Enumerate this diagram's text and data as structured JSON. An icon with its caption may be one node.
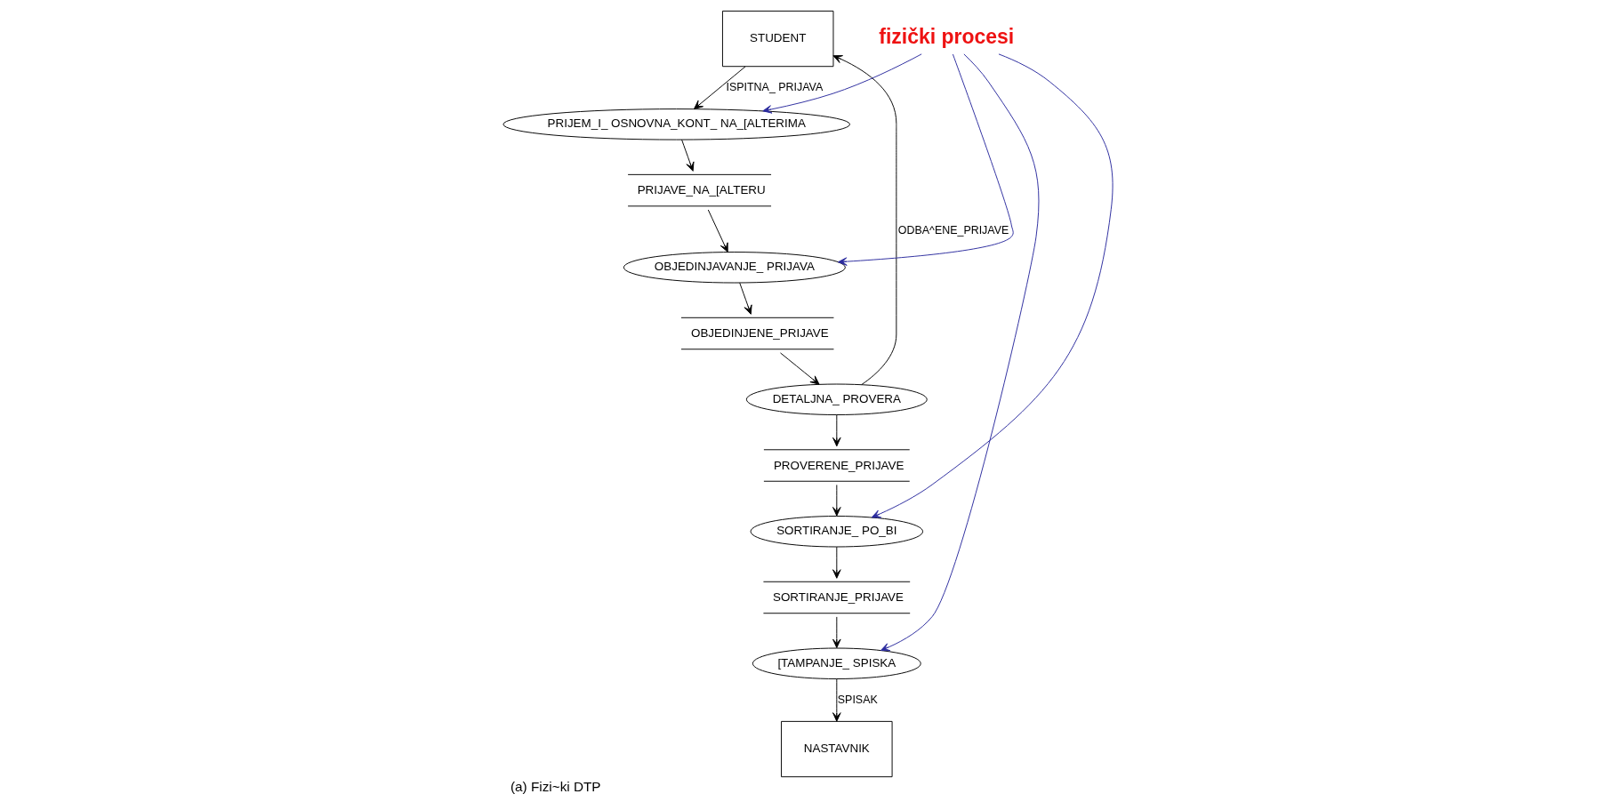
{
  "diagram": {
    "caption": "(a) Fizi~ki DTP",
    "nodes": [
      {
        "text": [
          "STUDENT"
        ]
      },
      {
        "text": [
          "PRIJEM_I_ OSNOVNA_KONT_ NA_[ALTERIMA"
        ]
      },
      {
        "text": [
          "OBJEDINJAVANJE_ PRIJAVA"
        ]
      },
      {
        "text": [
          "DETALJNA_ PROVERA"
        ]
      },
      {
        "text": [
          "PRIJAVE_NA_[ALTERU"
        ]
      },
      {
        "text": [
          "OBJEDINJENE_PRIJAVE"
        ]
      },
      {
        "text": [
          "NASTAVNIK"
        ]
      },
      {
        "text": [
          "[TAMPANJE_ SPISKA"
        ]
      },
      {
        "text": [
          "SORTIRANJE_PRIJAVE"
        ]
      },
      {
        "text": [
          "PROVERENE_PRIJAVE"
        ]
      },
      {
        "text": [
          "SORTIRANJE_ PO_BI"
        ]
      },
      {
        "text": [
          "fizički procesi"
        ]
      }
    ],
    "edges": [
      {
        "from": 3,
        "to": 0,
        "arrow": "to",
        "label": "ODBA^ENE_PRIJAVE"
      },
      {
        "from": 0,
        "to": 1,
        "arrow": "to",
        "label": "ISPITNA_ PRIJAVA"
      },
      {
        "from": 1,
        "to": 4,
        "arrow": "to"
      },
      {
        "from": 4,
        "to": 2,
        "arrow": "to"
      },
      {
        "from": 2,
        "to": 5,
        "arrow": "to"
      },
      {
        "from": 5,
        "to": 3,
        "arrow": "to"
      },
      {
        "from": 3,
        "to": 9,
        "arrow": "to"
      },
      {
        "from": 9,
        "to": 10,
        "arrow": "to"
      },
      {
        "from": 10,
        "to": 8,
        "arrow": "to"
      },
      {
        "from": 8,
        "to": 7,
        "arrow": "to"
      },
      {
        "from": 7,
        "to": 6,
        "arrow": "to",
        "label": "SPISAK"
      },
      {
        "from": 11,
        "to": 7,
        "arrow": "to",
        "color": "#2b2b9e"
      },
      {
        "from": 11,
        "to": 1,
        "arrow": "to",
        "color": "#2b2b9e"
      },
      {
        "from": 11,
        "to": 2,
        "arrow": "to",
        "color": "#2b2b9e"
      },
      {
        "from": 11,
        "to": 10,
        "arrow": "to",
        "color": "#2b2b9e"
      }
    ]
  }
}
